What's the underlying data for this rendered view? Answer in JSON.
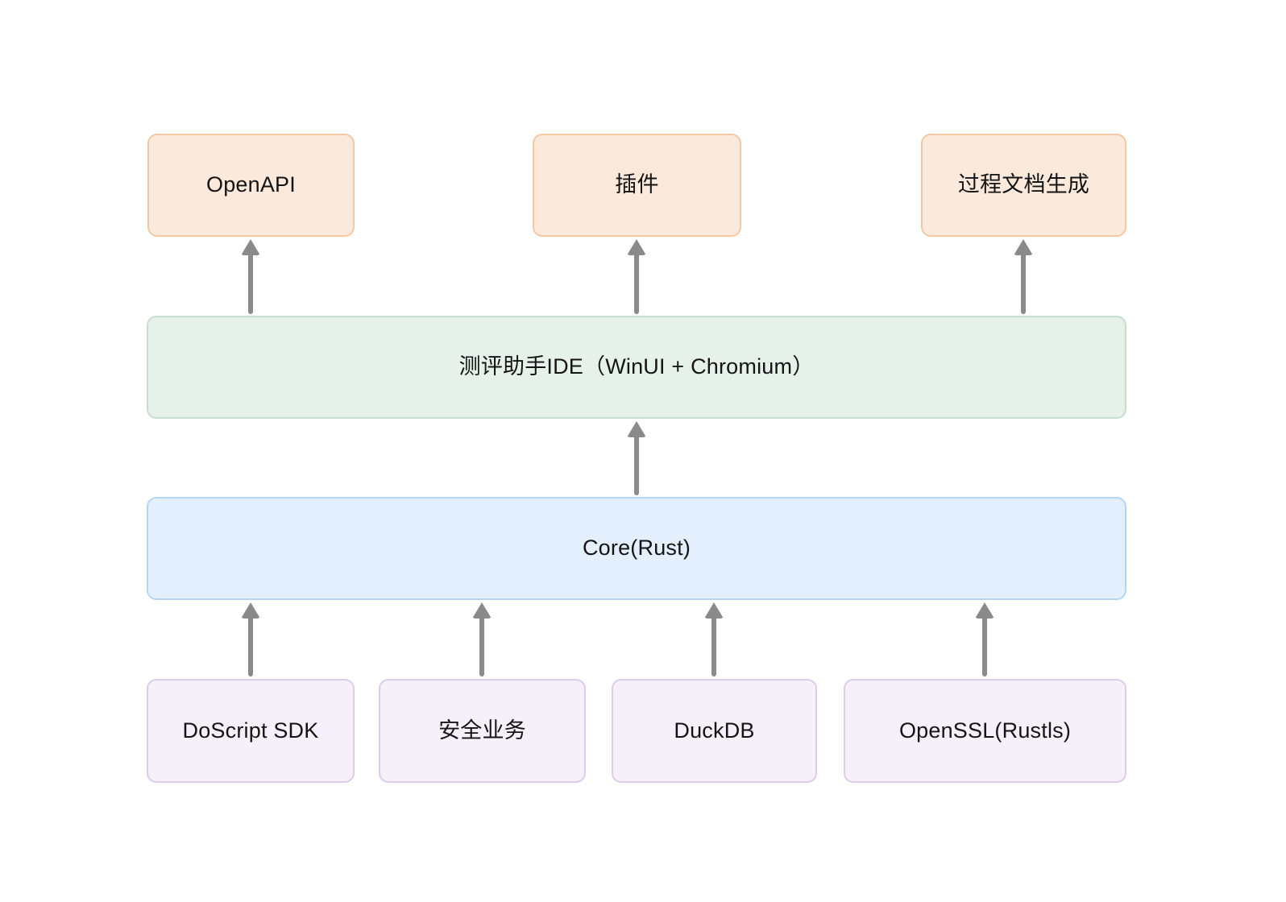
{
  "diagram": {
    "type": "layered-architecture",
    "top_row": [
      {
        "id": "openapi",
        "label": "OpenAPI"
      },
      {
        "id": "plugin",
        "label": "插件"
      },
      {
        "id": "process-doc-generation",
        "label": "过程文档生成"
      }
    ],
    "ide_layer": {
      "id": "ide",
      "label": "测评助手IDE（WinUI + Chromium）"
    },
    "core_layer": {
      "id": "core",
      "label": "Core(Rust)"
    },
    "bottom_row": [
      {
        "id": "doscript-sdk",
        "label": "DoScript SDK"
      },
      {
        "id": "security-business",
        "label": "安全业务"
      },
      {
        "id": "duckdb",
        "label": "DuckDB"
      },
      {
        "id": "openssl-rustls",
        "label": "OpenSSL(Rustls)"
      }
    ],
    "edges": [
      {
        "from": "ide",
        "to": "openapi"
      },
      {
        "from": "ide",
        "to": "plugin"
      },
      {
        "from": "ide",
        "to": "process-doc-generation"
      },
      {
        "from": "core",
        "to": "ide"
      },
      {
        "from": "doscript-sdk",
        "to": "core"
      },
      {
        "from": "security-business",
        "to": "core"
      },
      {
        "from": "duckdb",
        "to": "core"
      },
      {
        "from": "openssl-rustls",
        "to": "core"
      }
    ],
    "colors": {
      "orange_fill": "#FBE9DB",
      "orange_border": "#F5C8A3",
      "green_fill": "#E6F1E9",
      "green_border": "#C6DECE",
      "blue_fill": "#E3EFFC",
      "blue_border": "#B5D5F4",
      "purple_fill": "#F6F0FA",
      "purple_border": "#DCCCEC",
      "arrow": "#8A8A8A",
      "text": "#141414",
      "background": "#FFFFFF"
    }
  }
}
